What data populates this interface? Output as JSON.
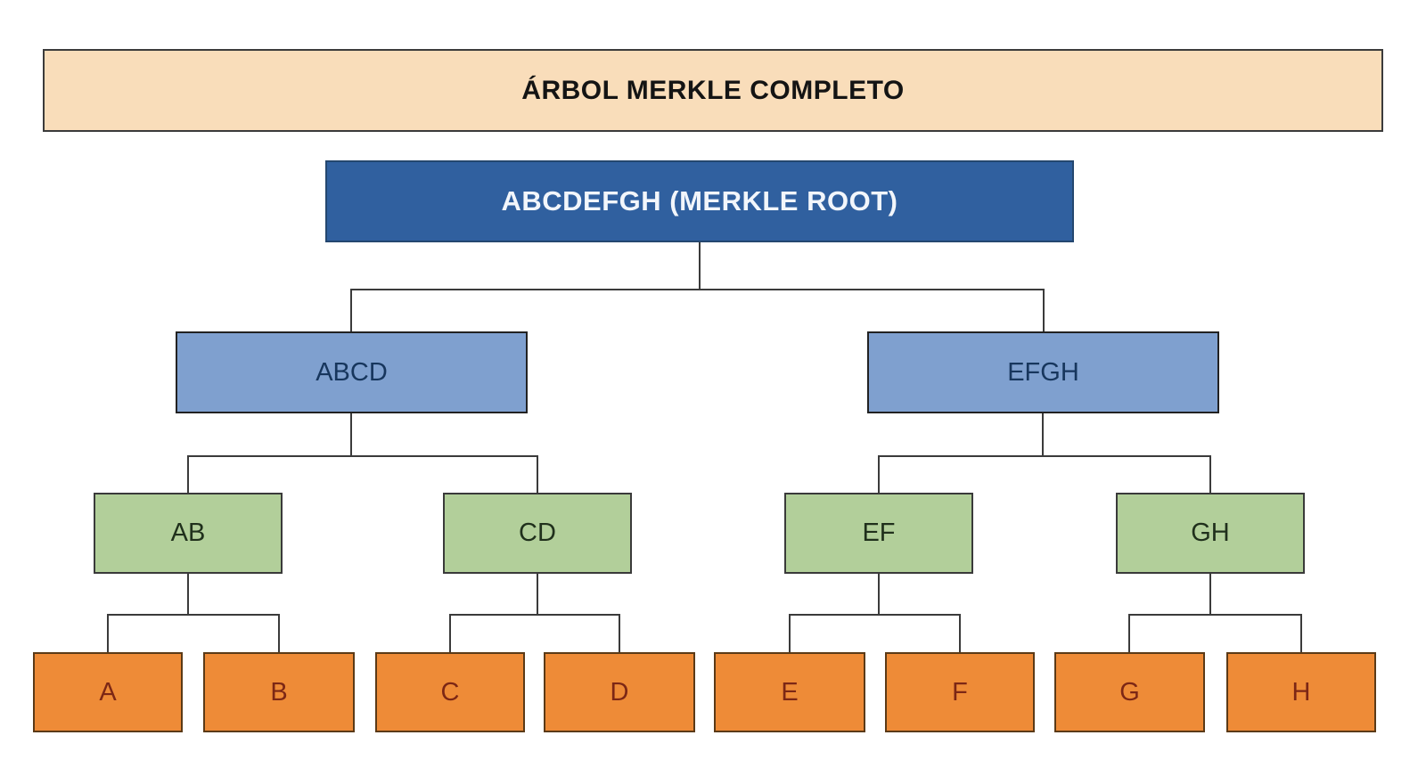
{
  "diagram": {
    "title": "ÁRBOL MERKLE COMPLETO",
    "nodes": {
      "root": "ABCDEFGH (MERKLE ROOT)",
      "abcd": "ABCD",
      "efgh": "EFGH",
      "ab": "AB",
      "cd": "CD",
      "ef": "EF",
      "gh": "GH",
      "a": "A",
      "b": "B",
      "c": "C",
      "d": "D",
      "e": "E",
      "f": "F",
      "g": "G",
      "h": "H"
    }
  },
  "colors": {
    "title-fill": "#F9DDBA",
    "root-fill": "#30609F",
    "branch-fill": "#7FA0CF",
    "pair-fill": "#B2CF9A",
    "leaf-fill": "#EE8B37",
    "line": "#3B3B3B"
  }
}
